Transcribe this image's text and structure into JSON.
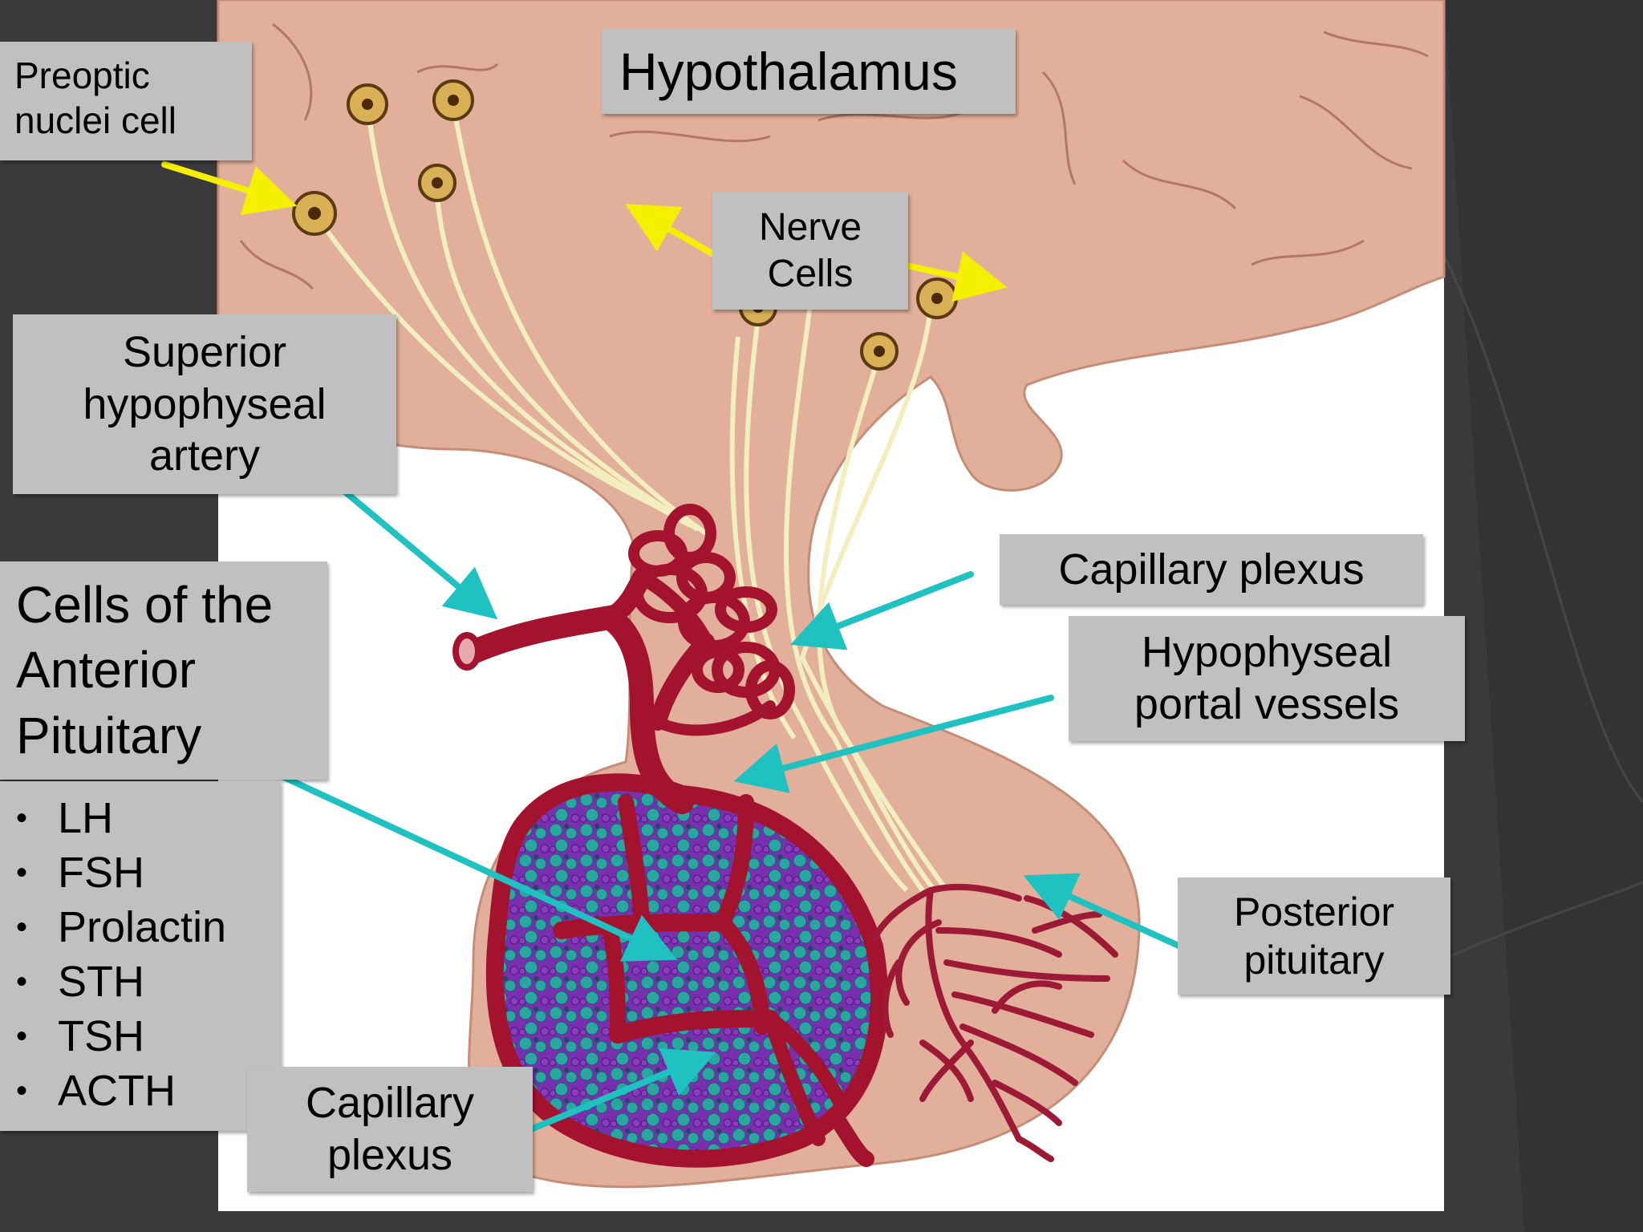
{
  "labels": {
    "preoptic": [
      "Preoptic",
      "nuclei cell"
    ],
    "hypothalamus": "Hypothalamus",
    "nerve_cells": [
      "Nerve",
      "Cells"
    ],
    "superior_artery": [
      "Superior",
      "hypophyseal",
      "artery"
    ],
    "cells_anterior": [
      "Cells of the",
      "Anterior",
      "Pituitary"
    ],
    "hormones": [
      "LH",
      "FSH",
      "Prolactin",
      "STH",
      "TSH",
      "ACTH"
    ],
    "capillary_plexus_bottom": [
      "Capillary",
      "plexus"
    ],
    "capillary_plexus_right": "Capillary plexus",
    "portal_vessels": [
      "Hypophyseal",
      "portal vessels"
    ],
    "posterior_pituitary": [
      "Posterior",
      "pituitary"
    ]
  },
  "bullet": "•",
  "colors": {
    "background": "#3a3a3c",
    "label_box": "#c0c0c0",
    "tissue": "#e2b09a",
    "vessel": "#a3132e",
    "cells_teal": "#2aa6a0",
    "cells_purple": "#7a2fb0",
    "nerve_fiber": "#f2eec0",
    "arrow_yellow": "#f5f000",
    "arrow_teal": "#1fc1c1"
  }
}
